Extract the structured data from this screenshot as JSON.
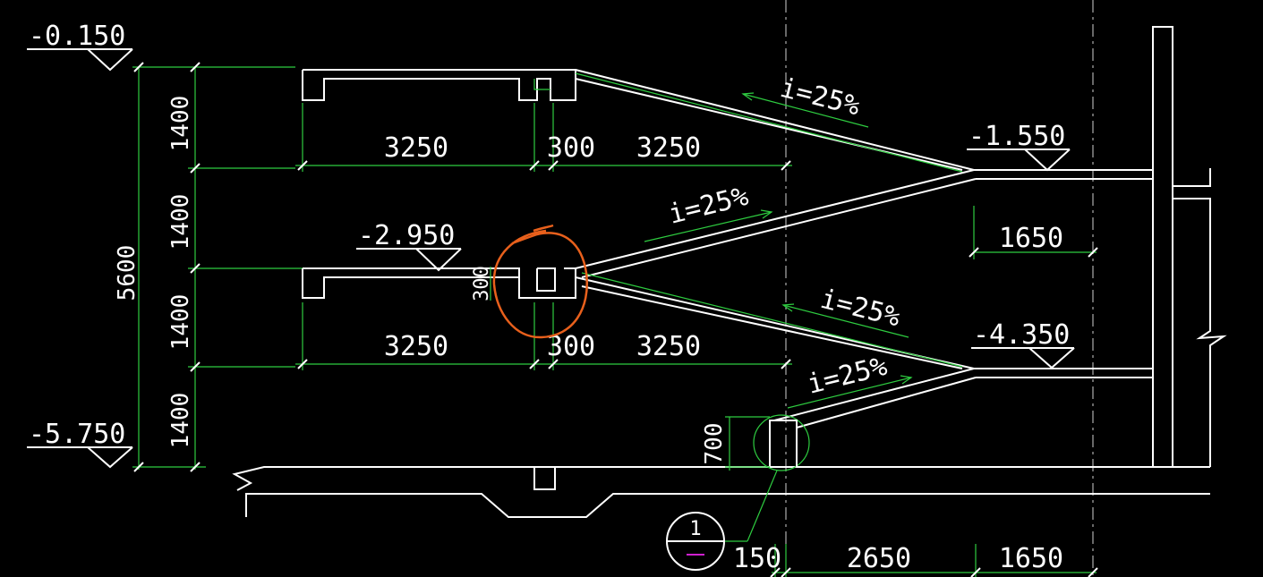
{
  "levels": {
    "top": "-0.150",
    "bottom": "-5.750",
    "mid_left": "-2.950",
    "right_upper": "-1.550",
    "right_lower": "-4.350"
  },
  "vertical_dims": {
    "total": "5600",
    "segments": [
      "1400",
      "1400",
      "1400",
      "1400"
    ],
    "trench_300": "300",
    "pit_700": "700"
  },
  "horizontal_dims": {
    "upper": [
      "3250",
      "300",
      "3250"
    ],
    "lower": [
      "3250",
      "300",
      "3250"
    ],
    "right_1650": "1650",
    "bottom": [
      "150",
      "2650",
      "1650"
    ]
  },
  "slopes": {
    "s1": "i=25%",
    "s2": "i=25%",
    "s3": "i=25%",
    "s4": "i=25%"
  },
  "detail_marker": {
    "number": "1"
  },
  "colors": {
    "background": "#000000",
    "structure": "#ffffff",
    "dimension": "#2ecc40",
    "markup": "#e8601c",
    "detail_accent": "#d020d0"
  }
}
